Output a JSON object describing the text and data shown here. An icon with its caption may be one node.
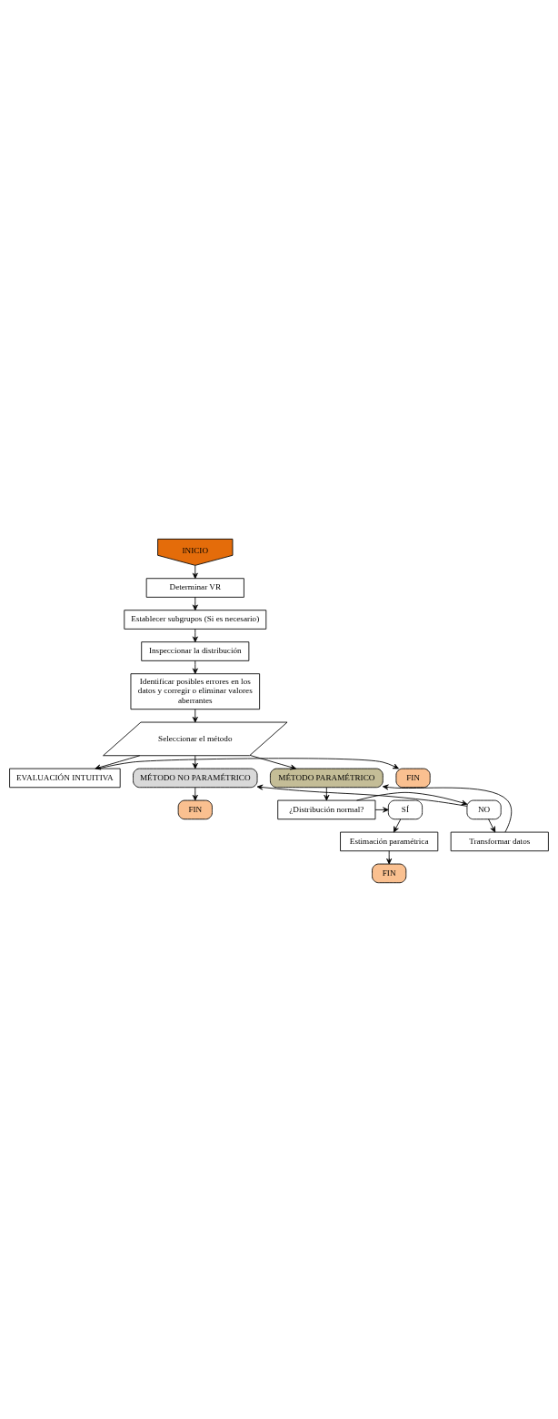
{
  "diagram": {
    "nodes": [
      {
        "text": [
          "INICIO"
        ]
      },
      {
        "text": [
          "Determinar VR"
        ]
      },
      {
        "text": [
          "Establecer subgrupos (Si es necesario)"
        ]
      },
      {
        "text": [
          "Inspeccionar la distribución"
        ]
      },
      {
        "text": [
          "Identificar posibles errores en los datos y corregir o eliminar valores aberrantes"
        ]
      },
      {
        "text": [
          "Seleccionar el método"
        ]
      },
      {
        "text": [
          "EVALUACIÓN INTUITIVA"
        ]
      },
      {
        "text": [
          "FIN"
        ]
      },
      {
        "text": [
          "MÉTODO NO PARAMÉTRICO"
        ]
      },
      {
        "text": [
          "FIN"
        ]
      },
      {
        "text": [
          "MÉTODO PARAMÉTRICO"
        ]
      },
      {
        "text": [
          "NO"
        ]
      },
      {
        "text": [
          "¿Distribución normal?"
        ]
      },
      {
        "text": [
          "SÍ"
        ]
      },
      {
        "text": [
          "Transformar datos"
        ]
      },
      {
        "text": [
          "Estimación paramétrica"
        ]
      },
      {
        "text": [
          "FIN"
        ]
      }
    ],
    "edges": [
      {
        "from": 0,
        "to": 1,
        "arrow": "to"
      },
      {
        "from": 1,
        "to": 2,
        "arrow": "to"
      },
      {
        "from": 2,
        "to": 3,
        "arrow": "to"
      },
      {
        "from": 3,
        "to": 4,
        "arrow": "to"
      },
      {
        "from": 4,
        "to": 5,
        "arrow": "to"
      },
      {
        "from": 5,
        "to": 6,
        "arrow": "to"
      },
      {
        "from": 5,
        "to": 8,
        "arrow": "to"
      },
      {
        "from": 5,
        "to": 10,
        "arrow": "to"
      },
      {
        "from": 6,
        "to": 7,
        "arrow": "to"
      },
      {
        "from": 8,
        "to": 9,
        "arrow": "to"
      },
      {
        "from": 10,
        "to": 12,
        "arrow": "to"
      },
      {
        "from": 12,
        "to": 11,
        "arrow": "to"
      },
      {
        "from": 12,
        "to": 13,
        "arrow": "to"
      },
      {
        "from": 11,
        "to": 8,
        "arrow": "to"
      },
      {
        "from": 11,
        "to": 14,
        "arrow": "to"
      },
      {
        "from": 13,
        "to": 15,
        "arrow": "to"
      },
      {
        "from": 14,
        "to": 10,
        "arrow": "to"
      },
      {
        "from": 15,
        "to": 16,
        "arrow": "to"
      }
    ]
  }
}
